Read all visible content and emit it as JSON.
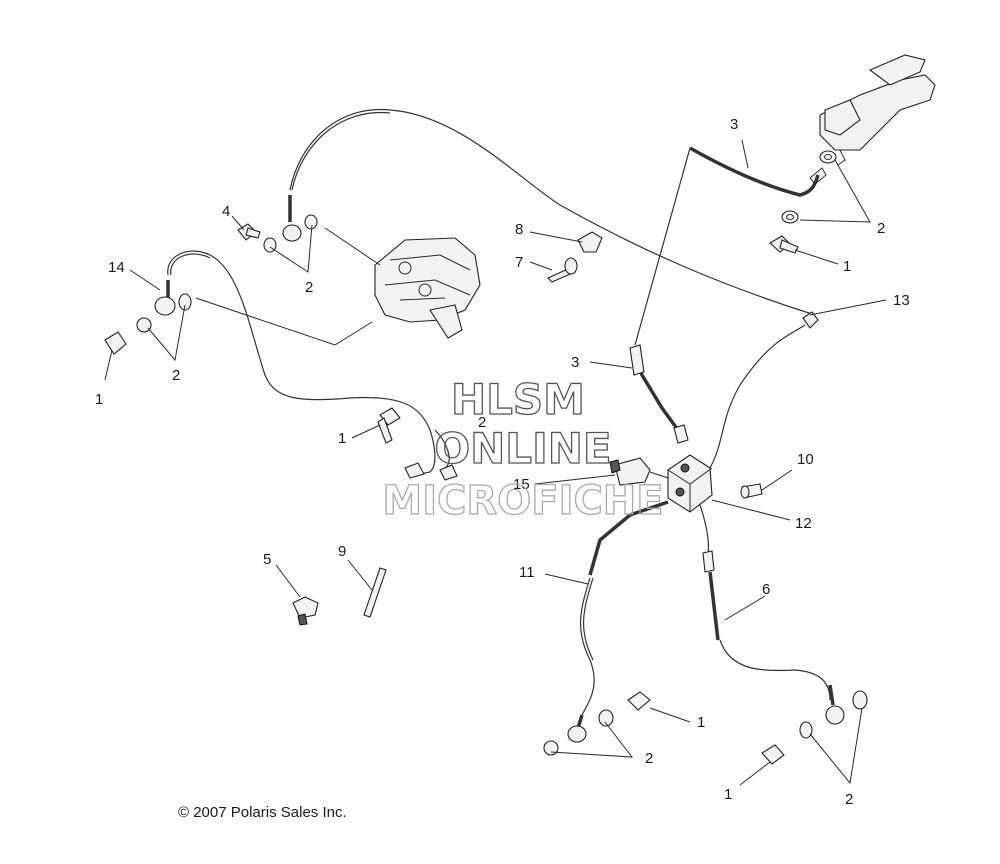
{
  "watermark": {
    "line1": "HLSM",
    "line2": "ONLINE",
    "line3": "MICROFICHE"
  },
  "copyright": "© 2007 Polaris Sales Inc.",
  "callouts": [
    {
      "id": "c3a",
      "text": "3"
    },
    {
      "id": "c2a",
      "text": "2"
    },
    {
      "id": "c1a",
      "text": "1"
    },
    {
      "id": "c13",
      "text": "13"
    },
    {
      "id": "c8",
      "text": "8"
    },
    {
      "id": "c7",
      "text": "7"
    },
    {
      "id": "c4",
      "text": "4"
    },
    {
      "id": "c2b",
      "text": "2"
    },
    {
      "id": "c14",
      "text": "14"
    },
    {
      "id": "c2c",
      "text": "2"
    },
    {
      "id": "c1b",
      "text": "1"
    },
    {
      "id": "c3b",
      "text": "3"
    },
    {
      "id": "c2d",
      "text": "2"
    },
    {
      "id": "c1c",
      "text": "1"
    },
    {
      "id": "c15",
      "text": "15"
    },
    {
      "id": "c10",
      "text": "10"
    },
    {
      "id": "c12",
      "text": "12"
    },
    {
      "id": "c5",
      "text": "5"
    },
    {
      "id": "c9",
      "text": "9"
    },
    {
      "id": "c11",
      "text": "11"
    },
    {
      "id": "c6",
      "text": "6"
    },
    {
      "id": "c1d",
      "text": "1"
    },
    {
      "id": "c2e",
      "text": "2"
    },
    {
      "id": "c1e",
      "text": "1"
    },
    {
      "id": "c2f",
      "text": "2"
    }
  ]
}
